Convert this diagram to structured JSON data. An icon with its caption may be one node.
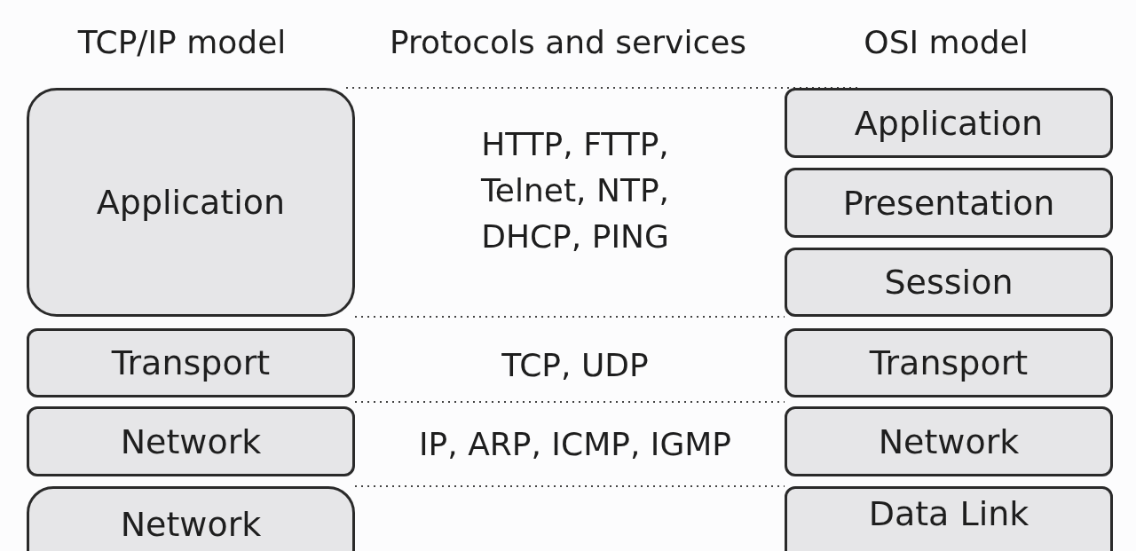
{
  "diagram": {
    "nodes": [
      {
        "text": [
          "Application"
        ]
      },
      {
        "text": [
          "Transport"
        ]
      },
      {
        "text": [
          "Network"
        ]
      },
      {
        "text": [
          "Network"
        ]
      },
      {
        "text": [
          "Application"
        ]
      },
      {
        "text": [
          "Presentation"
        ]
      },
      {
        "text": [
          "Session"
        ]
      },
      {
        "text": [
          "Transport"
        ]
      },
      {
        "text": [
          "Network"
        ]
      },
      {
        "text": [
          "Data Link"
        ]
      }
    ],
    "labels": [
      "TCP/IP model",
      "Protocols and services",
      "OSI model",
      "HTTP, FTTP, Telnet, NTP, DHCP, PING",
      "TCP, UDP",
      "IP, ARP, ICMP, IGMP"
    ]
  }
}
